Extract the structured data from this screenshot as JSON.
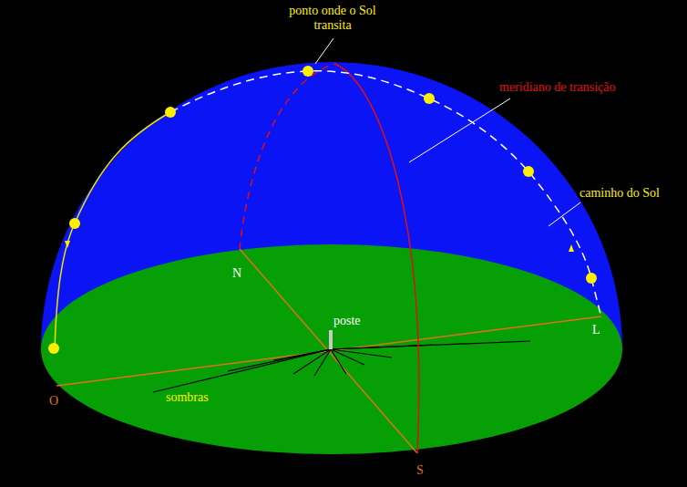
{
  "diagram": {
    "labels": [
      "ponto onde o Sol transita",
      "meridiano de transição",
      "caminho do Sol",
      "N",
      "L",
      "O",
      "S",
      "poste",
      "sombras"
    ]
  }
}
